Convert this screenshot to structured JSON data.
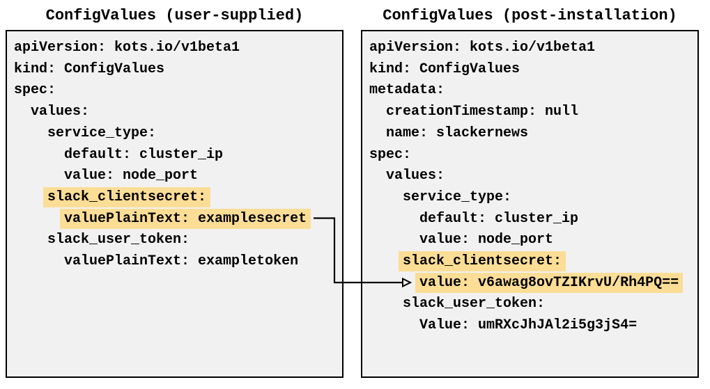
{
  "panels": [
    {
      "id": "user-supplied",
      "title": "ConfigValues (user-supplied)",
      "lines": [
        {
          "text": "apiVersion: kots.io/v1beta1",
          "highlight": false
        },
        {
          "text": "kind: ConfigValues",
          "highlight": false
        },
        {
          "text": "spec:",
          "highlight": false
        },
        {
          "text": "  values:",
          "highlight": false
        },
        {
          "text": "    service_type:",
          "highlight": false
        },
        {
          "text": "      default: cluster_ip",
          "highlight": false
        },
        {
          "text": "      value: node_port",
          "highlight": false
        },
        {
          "text": "    slack_clientsecret:",
          "highlight": true
        },
        {
          "text": "      valuePlainText: examplesecret",
          "highlight": true
        },
        {
          "text": "    slack_user_token:",
          "highlight": false
        },
        {
          "text": "      valuePlainText: exampletoken",
          "highlight": false
        }
      ]
    },
    {
      "id": "post-installation",
      "title": "ConfigValues (post-installation)",
      "lines": [
        {
          "text": "apiVersion: kots.io/v1beta1",
          "highlight": false
        },
        {
          "text": "kind: ConfigValues",
          "highlight": false
        },
        {
          "text": "metadata:",
          "highlight": false
        },
        {
          "text": "  creationTimestamp: null",
          "highlight": false
        },
        {
          "text": "  name: slackernews",
          "highlight": false
        },
        {
          "text": "spec:",
          "highlight": false
        },
        {
          "text": "  values:",
          "highlight": false
        },
        {
          "text": "    service_type:",
          "highlight": false
        },
        {
          "text": "      default: cluster_ip",
          "highlight": false
        },
        {
          "text": "      value: node_port",
          "highlight": false
        },
        {
          "text": "    slack_clientsecret:",
          "highlight": true
        },
        {
          "text": "      value: v6awag8ovTZIKrvU/Rh4PQ==",
          "highlight": true
        },
        {
          "text": "    slack_user_token:",
          "highlight": false
        },
        {
          "text": "      Value: umRXcJhJAl2i5g3jS4=",
          "highlight": false
        }
      ]
    }
  ],
  "arrow": {
    "meaning": "user-supplied valuePlainText examplesecret maps to post-installation encrypted value",
    "color": "#000000"
  },
  "colors": {
    "box_fill": "#f1f1f1",
    "box_border": "#000000",
    "highlight": "#fbdd96",
    "text": "#000000"
  }
}
